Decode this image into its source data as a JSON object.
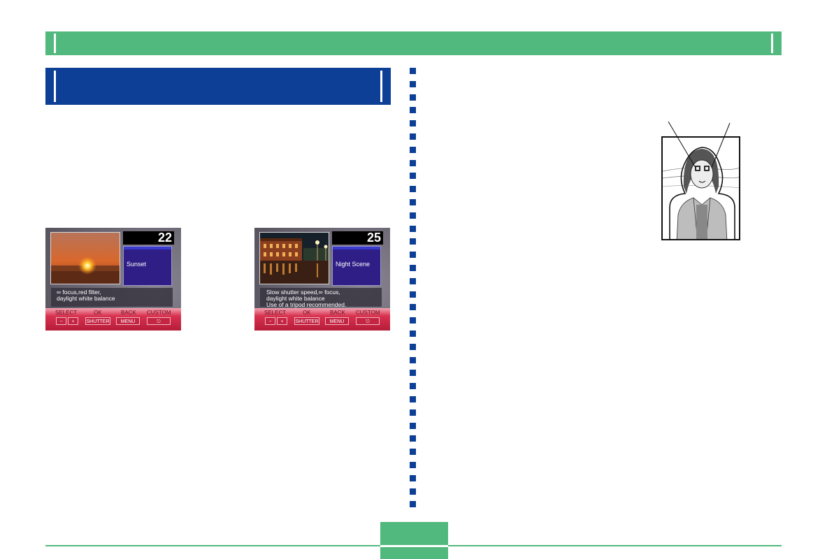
{
  "screens": [
    {
      "counter": "22",
      "scene": "Sunset",
      "description": [
        "∞ focus,red filter,",
        "daylight white balance"
      ]
    },
    {
      "counter": "25",
      "scene": "Night Scene",
      "description": [
        "Slow shutter speed,∞ focus,",
        "daylight white balance",
        "Use of a tripod recommended."
      ]
    }
  ],
  "control_bar": {
    "labels": [
      "SELECT",
      "OK",
      "BACK",
      "CUSTOM"
    ],
    "keys": [
      "−",
      "+",
      "SHUTTER",
      "MENU",
      "⎋"
    ]
  },
  "page_number": "",
  "colors": {
    "green_band": "#52b97e",
    "header_blue": "#0c3f95",
    "lcd_bar": "#d8324f",
    "scene_panel": "#2e1e86"
  }
}
